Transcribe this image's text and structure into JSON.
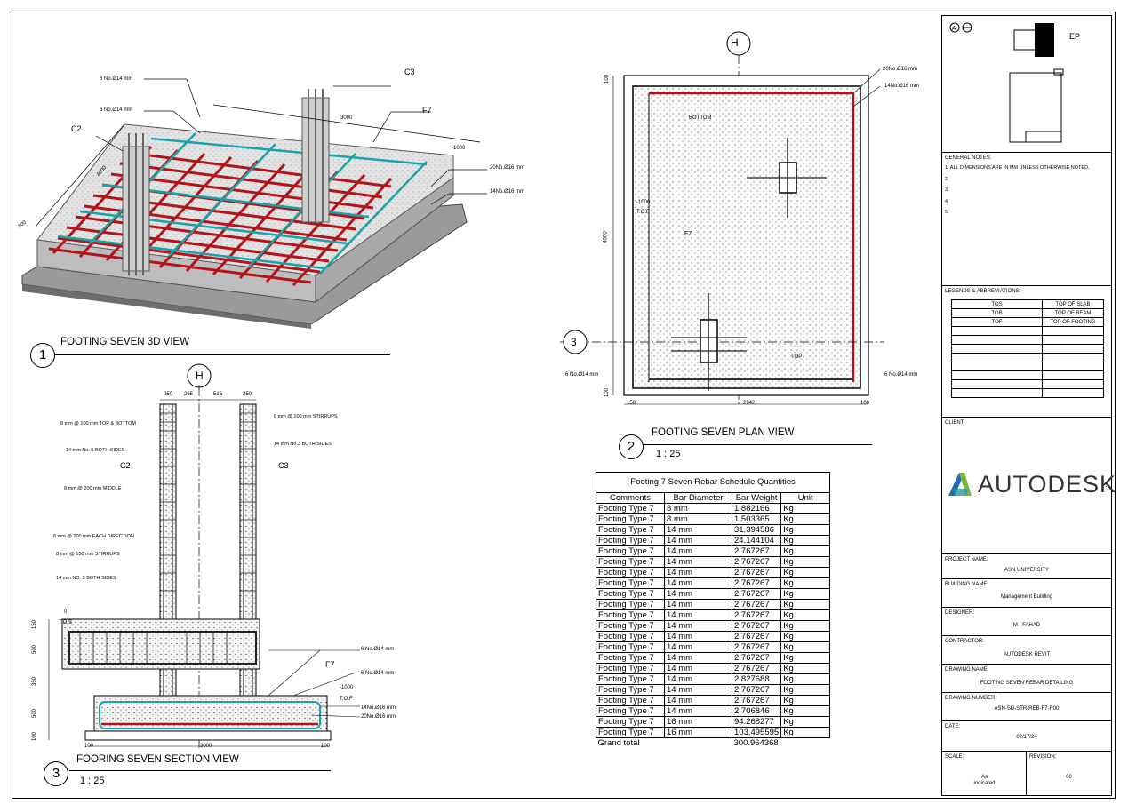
{
  "views": {
    "v3d": {
      "num": "1",
      "title": "FOOTING SEVEN 3D VIEW"
    },
    "plan": {
      "num": "2",
      "title": "FOOTING SEVEN PLAN VIEW",
      "scale": "1 : 25"
    },
    "section": {
      "num": "3",
      "title": "FOORING SEVEN SECTION VIEW",
      "scale": "1 : 25"
    }
  },
  "labels_3d": {
    "c3": "C3",
    "c2": "C2",
    "f7": "F7",
    "bars_top1": "6 No.Ø14 mm",
    "bars_top2": "6 No.Ø14 mm",
    "bars_r1": "20No.Ø16 mm",
    "bars_r2": "14No.Ø16 mm",
    "dim_3000": "3000",
    "dim_4000": "4000",
    "dim_100": "100",
    "level": "-1000"
  },
  "labels_plan": {
    "grid_h": "H",
    "grid_3": "3",
    "bars_r1": "20No.Ø16 mm",
    "bars_r2": "14No.Ø16 mm",
    "bars_l": "6 No.Ø14 mm",
    "bars_rr": "6 No.Ø14 mm",
    "bottom": "BOTTOM",
    "top": "TOP",
    "f7": "F7",
    "level": "-1000",
    "tof": "T.O.F",
    "dim_100a": "100",
    "dim_4000": "4000",
    "dim_100b": "100",
    "dim_158": "158",
    "dim_2942": "2942",
    "dim_100c": "100"
  },
  "labels_section": {
    "grid_h": "H",
    "dim_250a": "250",
    "dim_265": "265",
    "dim_516": "516",
    "dim_250b": "250",
    "note1": "8 mm @ 100 mm TOP & BOTTOM",
    "note2": "14 mm No. 5 BOTH SIDES",
    "c2": "C2",
    "c3": "C3",
    "note3": "8 mm @ 200 mm MIDDLE",
    "note4": "8 mm @ 200 mm EACH DIRECTION",
    "note5": "8 mm @ 150 mm STIRRUPS",
    "note6": "14 mm NO. 3 BOTH SIDES",
    "note7": "8 mm @ 100 mm STIRRUPS",
    "note8": "14 mm No.3 BOTH SIDES",
    "bars1": "6 No.Ø14 mm",
    "bars2": "6 No.Ø14 mm",
    "f7": "F7",
    "level": "-1000",
    "tof": "T.O.F",
    "bars3": "14No.Ø16 mm",
    "bars4": "20No.Ø16 mm",
    "zero": "0",
    "tos": "T.O.S",
    "d150": "150",
    "d500a": "500",
    "d350": "350",
    "d500b": "500",
    "d100": "100",
    "b100a": "100",
    "b3000": "3000",
    "b100b": "100"
  },
  "schedule": {
    "title": "Footing 7 Seven Rebar Schedule Quantities",
    "headers": [
      "Comments",
      "Bar Diameter",
      "Bar Weight",
      "Unit"
    ],
    "rows": [
      [
        "Footing Type 7",
        "8 mm",
        "1.882166",
        "Kg"
      ],
      [
        "Footing Type 7",
        "8 mm",
        "1.503365",
        "Kg"
      ],
      [
        "Footing Type 7",
        "14 mm",
        "31.394586",
        "Kg"
      ],
      [
        "Footing Type 7",
        "14 mm",
        "24.144104",
        "Kg"
      ],
      [
        "Footing Type 7",
        "14 mm",
        "2.767267",
        "Kg"
      ],
      [
        "Footing Type 7",
        "14 mm",
        "2.767267",
        "Kg"
      ],
      [
        "Footing Type 7",
        "14 mm",
        "2.767267",
        "Kg"
      ],
      [
        "Footing Type 7",
        "14 mm",
        "2.767267",
        "Kg"
      ],
      [
        "Footing Type 7",
        "14 mm",
        "2.767267",
        "Kg"
      ],
      [
        "Footing Type 7",
        "14 mm",
        "2.767267",
        "Kg"
      ],
      [
        "Footing Type 7",
        "14 mm",
        "2.767267",
        "Kg"
      ],
      [
        "Footing Type 7",
        "14 mm",
        "2.767267",
        "Kg"
      ],
      [
        "Footing Type 7",
        "14 mm",
        "2.767267",
        "Kg"
      ],
      [
        "Footing Type 7",
        "14 mm",
        "2.767267",
        "Kg"
      ],
      [
        "Footing Type 7",
        "14 mm",
        "2.767267",
        "Kg"
      ],
      [
        "Footing Type 7",
        "14 mm",
        "2.767267",
        "Kg"
      ],
      [
        "Footing Type 7",
        "14 mm",
        "2.827688",
        "Kg"
      ],
      [
        "Footing Type 7",
        "14 mm",
        "2.767267",
        "Kg"
      ],
      [
        "Footing Type 7",
        "14 mm",
        "2.767267",
        "Kg"
      ],
      [
        "Footing Type 7",
        "14 mm",
        "2.706846",
        "Kg"
      ],
      [
        "Footing Type 7",
        "16 mm",
        "94.268277",
        "Kg"
      ],
      [
        "Footing Type 7",
        "16 mm",
        "103.495595",
        "Kg"
      ]
    ],
    "grand_label": "Grand total",
    "grand_value": "300.964368"
  },
  "title_block": {
    "ep": "EP",
    "general_notes_label": "GENERAL NOTES:",
    "notes": [
      "1. ALL DIMENSIONS ARE IN MM UNLESS OTHERWISE NOTED.",
      "2.",
      "3.",
      "4.",
      "5."
    ],
    "legends_label": "LEGENDS & ABBREVIATIONS:",
    "legend_rows": [
      [
        "TOS",
        "TOP OF SLAB"
      ],
      [
        "TOB",
        "TOP OF BEAM"
      ],
      [
        "TOF",
        "TOP OF FOOTING"
      ]
    ],
    "client_label": "CLIENT:",
    "logo_text": "AUTODESK",
    "logo_mark": ".",
    "project_label": "PROJECT NAME:",
    "project_value": "ASN UNIVERSITY",
    "building_label": "BUILDING NAME:",
    "building_value": "Management Building",
    "designer_label": "DESIGNER:",
    "designer_value": "M - FAHAD",
    "contractor_label": "CONTRACTOR:",
    "contractor_value": "AUTODESK REVIT",
    "drawing_name_label": "DRAWING NAME:",
    "drawing_name_value": "FOOTING SEVEN REBAR DETAILING",
    "drawing_number_label": "DRAWING NUMBER:",
    "drawing_number_value": "ASN-SD-STR-REB-F7-R00",
    "date_label": "DATE:",
    "date_value": "02/17/24",
    "scale_label": "SCALE:",
    "scale_value_1": "As",
    "scale_value_2": "indicated",
    "revision_label": "REVISION:",
    "revision_value": "00"
  },
  "colors": {
    "rebar_red": "#b3141a",
    "rebar_cyan": "#1aa3a8",
    "concrete": "#d9d9d9",
    "logo_blue": "#1f6fb5",
    "logo_green": "#7fb539"
  }
}
